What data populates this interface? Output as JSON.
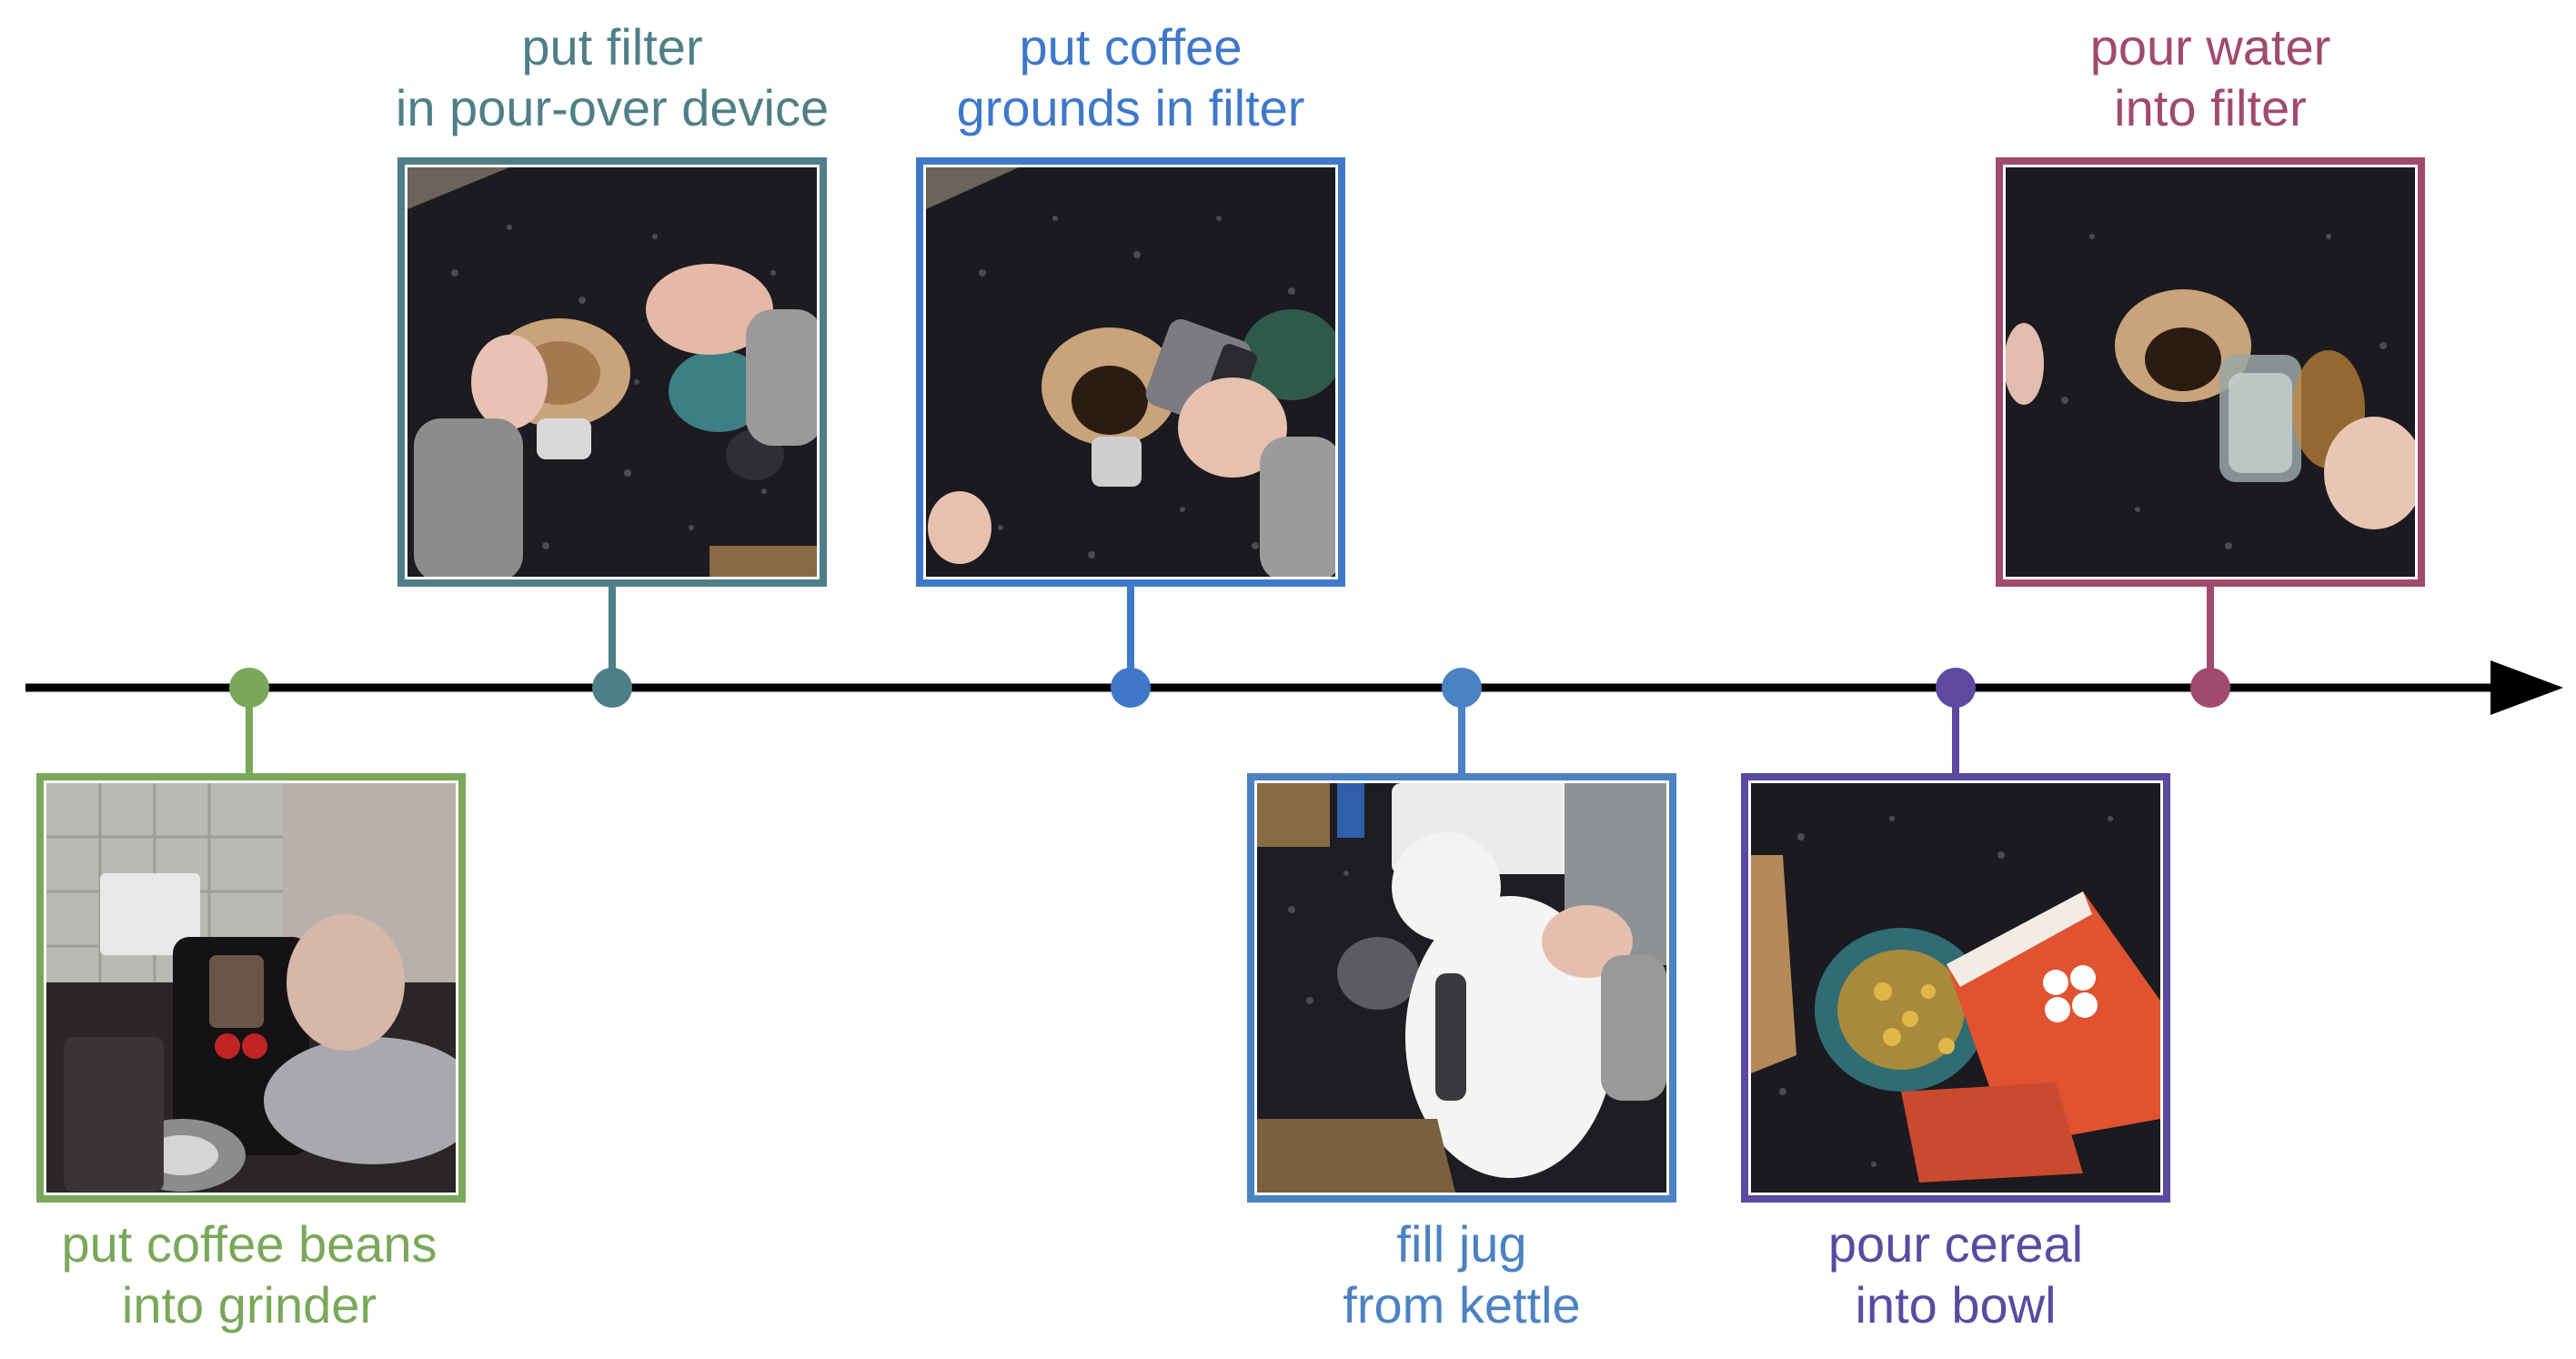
{
  "timeline": {
    "events": [
      {
        "id": "beans",
        "lines": [
          "put coffee beans",
          "into grinder"
        ],
        "color": "#7aa85a",
        "placement": "below",
        "scene": "grinder-scene"
      },
      {
        "id": "filter",
        "lines": [
          "put filter",
          "in pour-over device"
        ],
        "color": "#4f7f86",
        "placement": "above",
        "scene": "filter-scene"
      },
      {
        "id": "grounds",
        "lines": [
          "put coffee",
          "grounds in filter"
        ],
        "color": "#3f78c9",
        "placement": "above",
        "scene": "grounds-scene"
      },
      {
        "id": "jug",
        "lines": [
          "fill jug",
          "from kettle"
        ],
        "color": "#4b82c2",
        "placement": "below",
        "scene": "kettle-scene"
      },
      {
        "id": "cereal",
        "lines": [
          "pour cereal",
          "into bowl"
        ],
        "color": "#5b4aa0",
        "placement": "below",
        "scene": "cereal-scene"
      },
      {
        "id": "water",
        "lines": [
          "pour water",
          "into filter"
        ],
        "color": "#a04a6e",
        "placement": "above",
        "scene": "pour-water-scene"
      }
    ],
    "axis_color": "#000000"
  }
}
